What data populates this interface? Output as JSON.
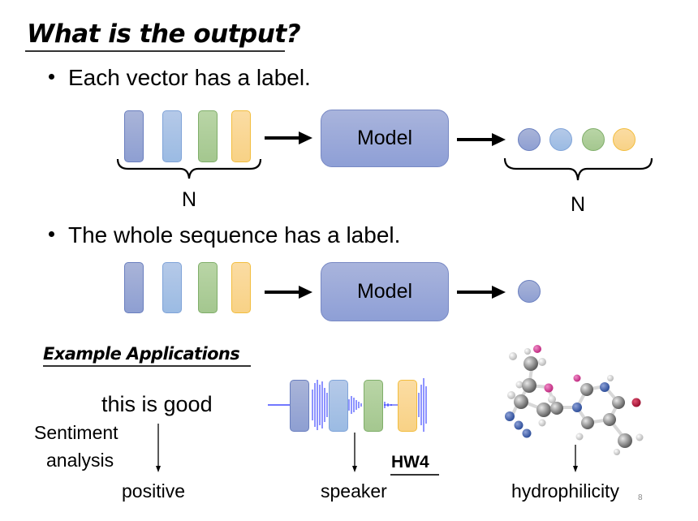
{
  "slide": {
    "title": "What is the output?",
    "page_number": "8",
    "bullets": [
      {
        "text": "Each vector has a label."
      },
      {
        "text": "The whole sequence has a label."
      }
    ]
  },
  "diagram_each": {
    "input_vectors": [
      "blue",
      "light-blue",
      "green",
      "yellow"
    ],
    "input_count_label": "N",
    "model_label": "Model",
    "output_labels": [
      "blue",
      "light-blue",
      "green",
      "yellow"
    ],
    "output_count_label": "N"
  },
  "diagram_sequence": {
    "input_vectors": [
      "blue",
      "light-blue",
      "green",
      "yellow"
    ],
    "model_label": "Model",
    "output_labels": [
      "blue"
    ]
  },
  "examples": {
    "heading": "Example Applications",
    "sentiment": {
      "input": "this is good",
      "task_line1": "Sentiment",
      "task_line2": "analysis",
      "output": "positive"
    },
    "speaker": {
      "output": "speaker",
      "homework": "HW4"
    },
    "molecule": {
      "output": "hydrophilicity"
    }
  },
  "colors": {
    "blue": "#98a8d6",
    "light_blue": "#a8c2e6",
    "green": "#aecd99",
    "yellow": "#f9d68f",
    "model": "#9aaad9",
    "waveform": "#1e28ff"
  }
}
